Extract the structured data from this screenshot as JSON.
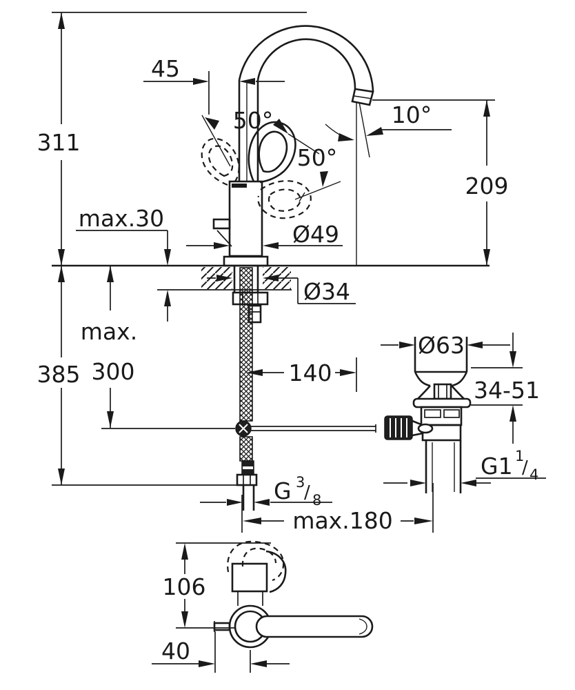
{
  "drawing": {
    "type": "faucet installation dimension drawing",
    "line_color": "#1a1a1a",
    "background": "#ffffff",
    "dimensions": {
      "height_to_spout_top": "311",
      "spout_pipe_offset": "45",
      "handle_swivel_left": "50°",
      "handle_swivel_right": "50°",
      "spout_tilt": "10°",
      "outlet_height": "209",
      "max_counter_thickness": "max.30",
      "body_diameter": "Ø49",
      "required_hole_diameter": "Ø34",
      "hose_max_word": "max.",
      "hose_max_value": "300",
      "install_depth": "385",
      "spout_reach": "140",
      "waste_cap_diameter": "Ø63",
      "waste_plug_adjustment": "34-51",
      "max_rod_length": "max.180",
      "top_view_depth": "106",
      "top_view_offset": "40",
      "supply_thread": {
        "base": "G",
        "numerator": "3",
        "slash": "/",
        "denominator": "8"
      },
      "waste_thread": {
        "base": "G1",
        "numerator": "1",
        "slash": "/",
        "denominator": "4"
      }
    }
  }
}
